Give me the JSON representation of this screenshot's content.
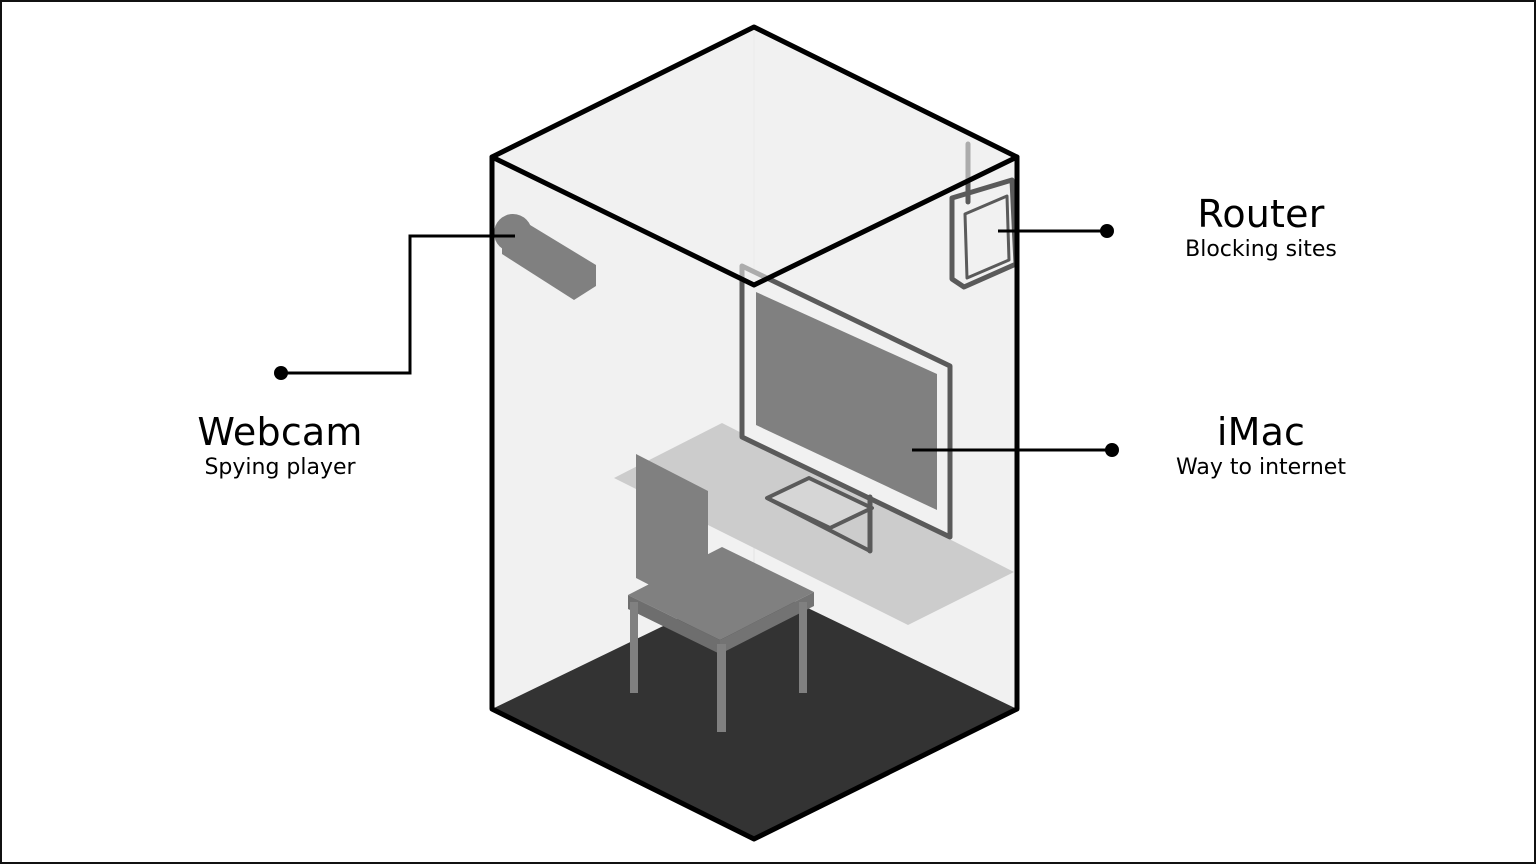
{
  "labels": {
    "webcam": {
      "title": "Webcam",
      "subtitle": "Spying player"
    },
    "router": {
      "title": "Router",
      "subtitle": "Blocking sites"
    },
    "imac": {
      "title": "iMac",
      "subtitle": "Way to internet"
    }
  },
  "colors": {
    "outline": "#000000",
    "wall": "#f1f1f1",
    "floor": "#333333",
    "desk": "#cccccc",
    "object": "#808080",
    "object_edge": "#5a5a5a"
  },
  "icons": [
    "webcam-icon",
    "router-icon",
    "imac-icon",
    "chair-icon",
    "desk-icon"
  ]
}
